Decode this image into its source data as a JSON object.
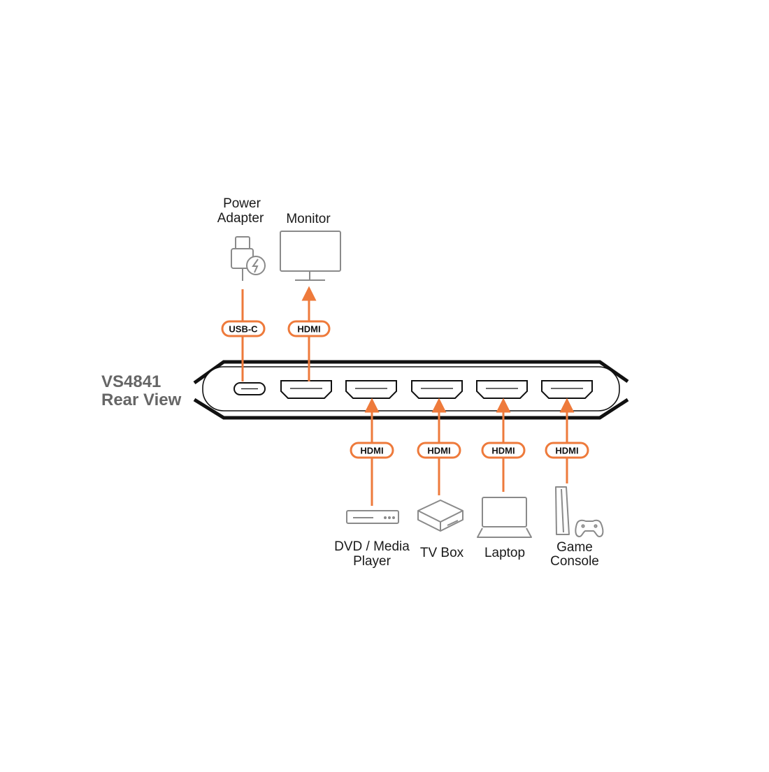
{
  "device": {
    "title_line1": "VS4841",
    "title_line2": "Rear View"
  },
  "colors": {
    "accent": "#ee7a3b",
    "icon_gray": "#8a8a8a",
    "title_gray": "#666666"
  },
  "top_devices": {
    "power": {
      "label_line1": "Power",
      "label_line2": "Adapter",
      "connector": "USB-C",
      "icon": "power-adapter-icon"
    },
    "monitor": {
      "label": "Monitor",
      "connector": "HDMI",
      "icon": "monitor-icon"
    }
  },
  "bottom_devices": [
    {
      "label_line1": "DVD / Media",
      "label_line2": "Player",
      "connector": "HDMI",
      "icon": "media-player-icon"
    },
    {
      "label_line1": "TV Box",
      "label_line2": "",
      "connector": "HDMI",
      "icon": "tv-box-icon"
    },
    {
      "label_line1": "Laptop",
      "label_line2": "",
      "connector": "HDMI",
      "icon": "laptop-icon"
    },
    {
      "label_line1": "Game",
      "label_line2": "Console",
      "connector": "HDMI",
      "icon": "game-console-icon"
    }
  ]
}
